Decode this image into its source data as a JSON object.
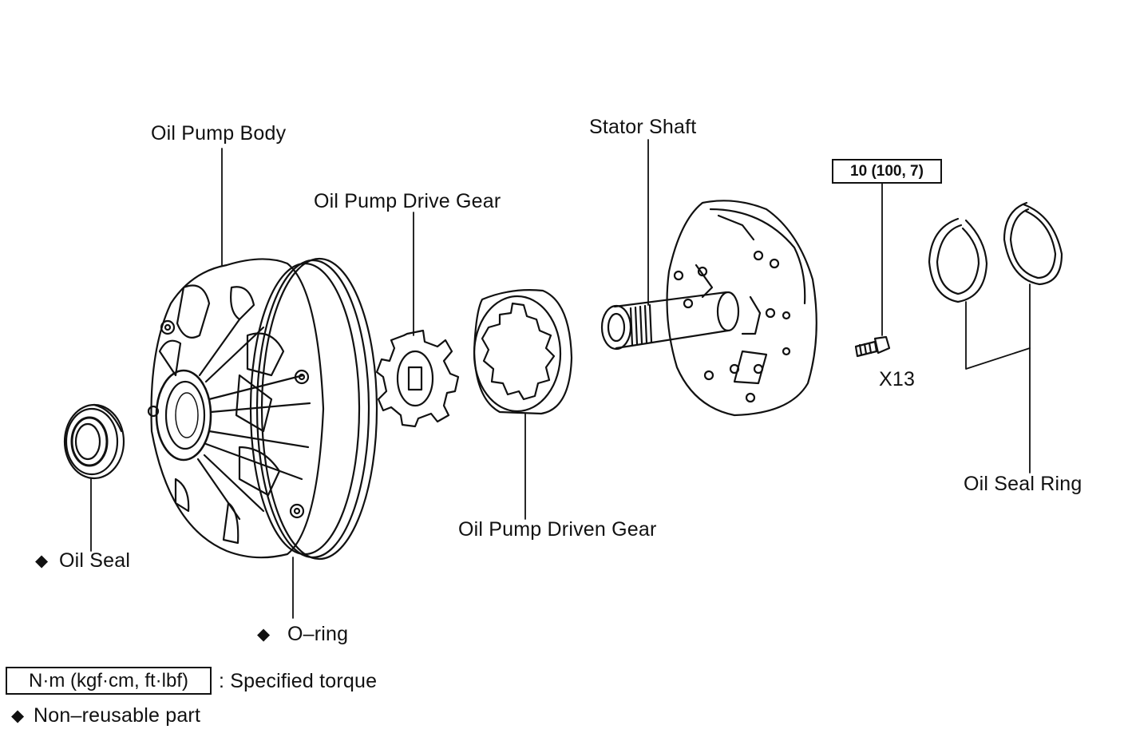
{
  "labels": {
    "oil_pump_body": "Oil Pump Body",
    "oil_pump_drive_gear": "Oil Pump Drive Gear",
    "stator_shaft": "Stator Shaft",
    "torque_spec": "10 (100, 7)",
    "bolt_count": "X13",
    "oil_seal_ring": "Oil Seal Ring",
    "oil_pump_driven_gear": "Oil Pump Driven Gear",
    "oil_seal": "Oil Seal",
    "o_ring": "O–ring"
  },
  "legend": {
    "torque_units": "N·m (kgf·cm, ft·lbf)",
    "torque_desc": ": Specified torque",
    "nonreusable": "Non–reusable part"
  },
  "symbols": {
    "nonreusable_marker": "◆"
  }
}
